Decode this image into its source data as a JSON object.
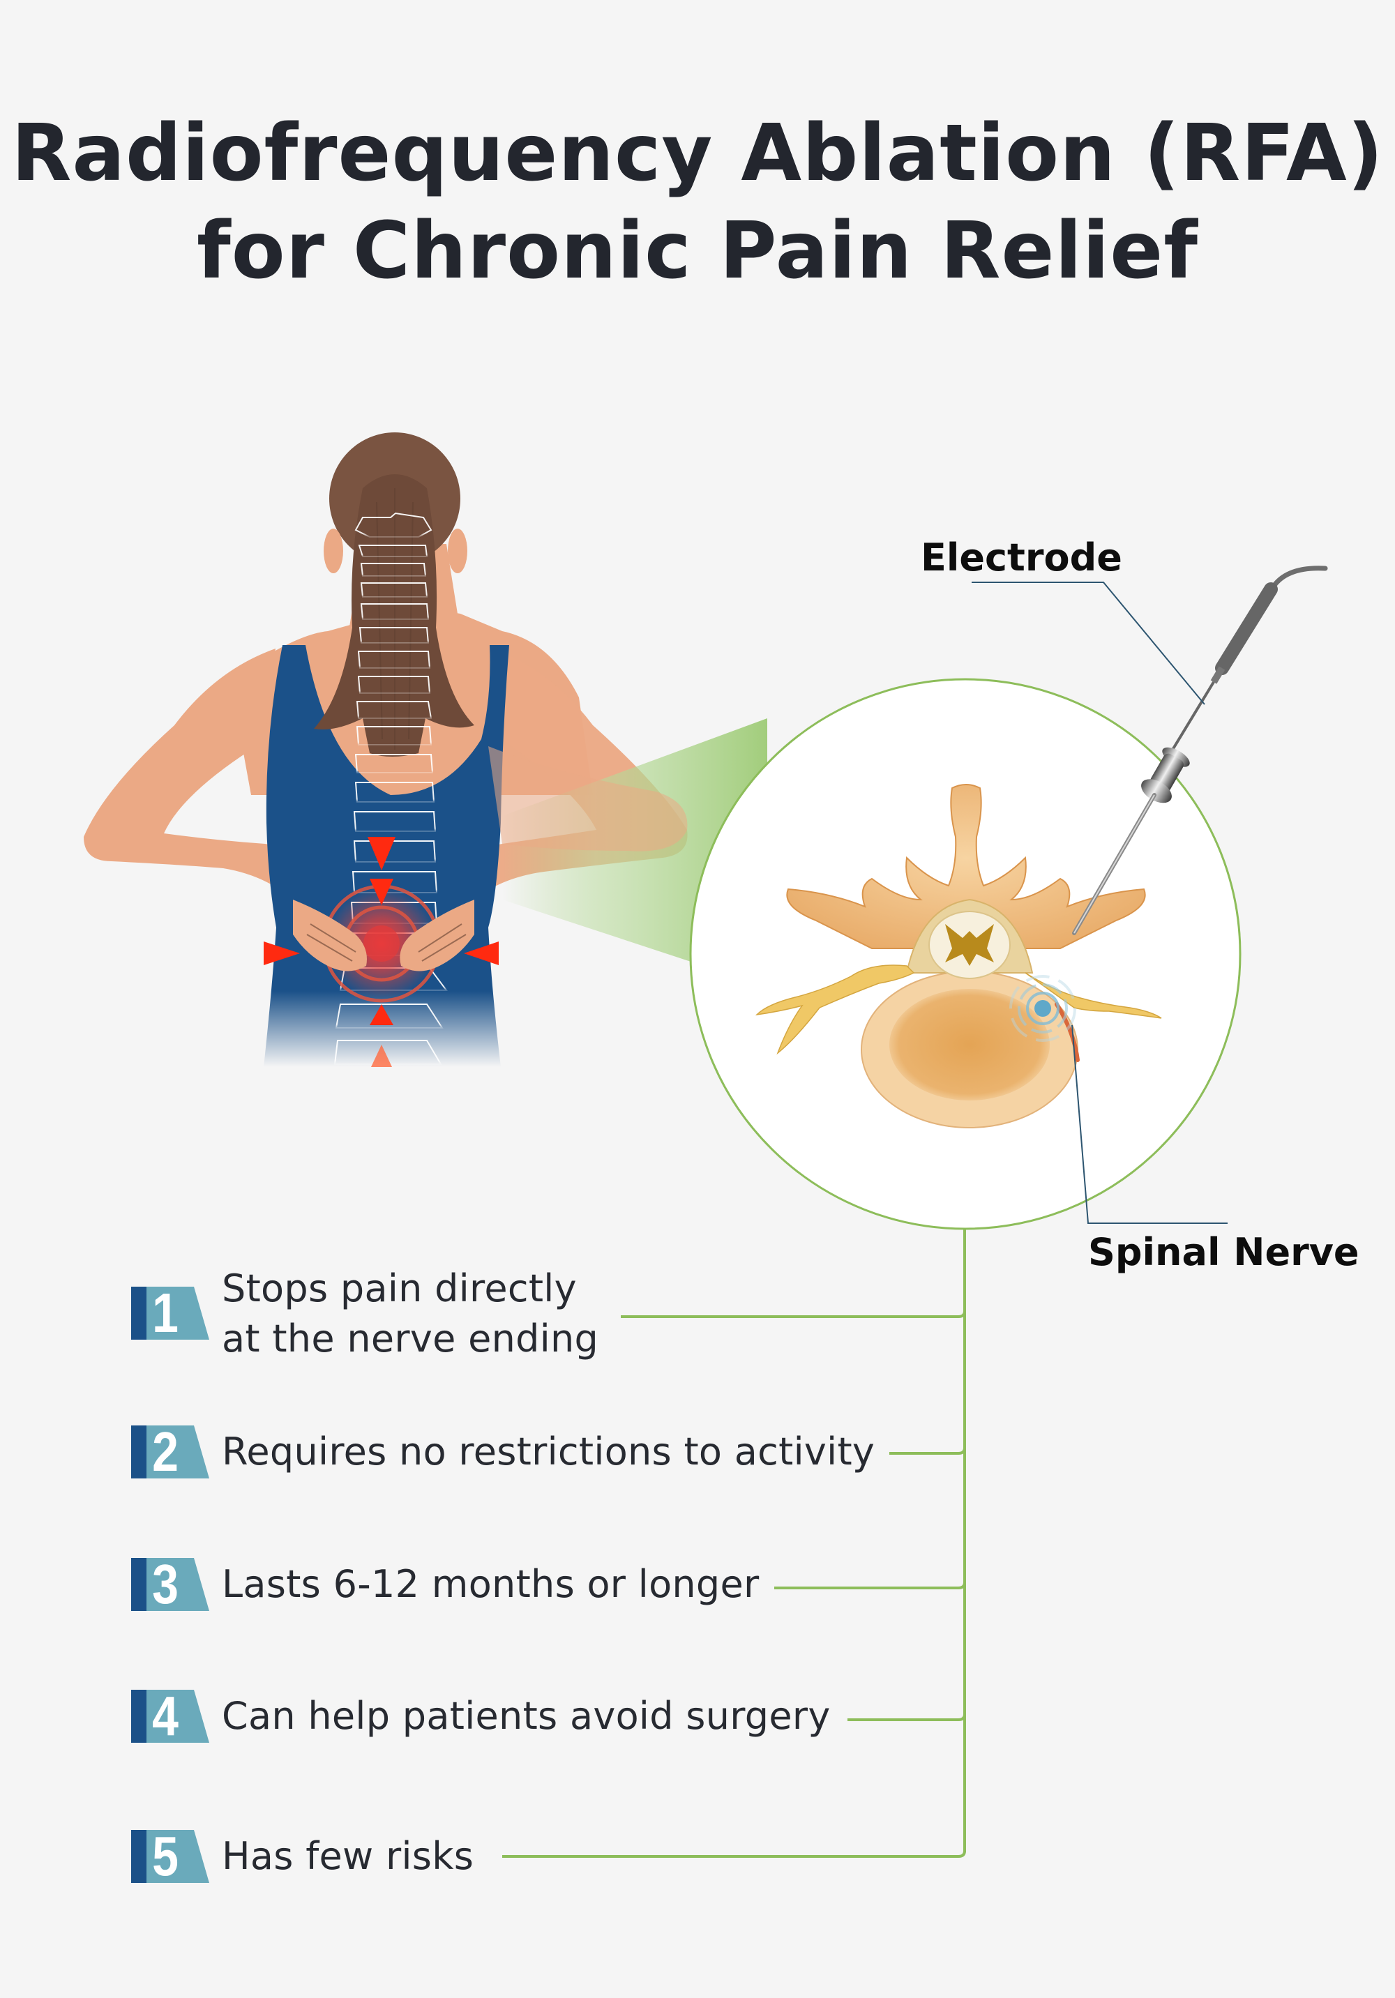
{
  "title": {
    "line1": "Radiofrequency Ablation (RFA)",
    "line2": "for Chronic Pain Relief"
  },
  "labels": {
    "electrode": "Electrode",
    "spinal_nerve": "Spinal Nerve"
  },
  "benefits": [
    {
      "number": "1",
      "text_line1": "Stops pain directly",
      "text_line2": "at the nerve ending"
    },
    {
      "number": "2",
      "text": "Requires no restrictions to activity"
    },
    {
      "number": "3",
      "text": "Lasts 6-12 months or longer"
    },
    {
      "number": "4",
      "text": "Can help patients avoid surgery"
    },
    {
      "number": "5",
      "text": "Has few risks"
    }
  ],
  "illustrations": {
    "figure": "woman-back-pain-icon",
    "zoom": "vertebra-cross-section-icon",
    "tool": "rfa-electrode-needle-icon"
  },
  "colors": {
    "background": "#f5f5f5",
    "title_text": "#23262e",
    "badge_dark": "#1b5188",
    "badge_light": "#6aaabb",
    "connector_green": "#8dbd5a",
    "beam_green": "#a8d184",
    "tank_top": "#1b5189",
    "skin": "#eba985",
    "hair": "#7a5441",
    "pain_red": "#ff2a10",
    "leader_line": "#2d5570"
  }
}
